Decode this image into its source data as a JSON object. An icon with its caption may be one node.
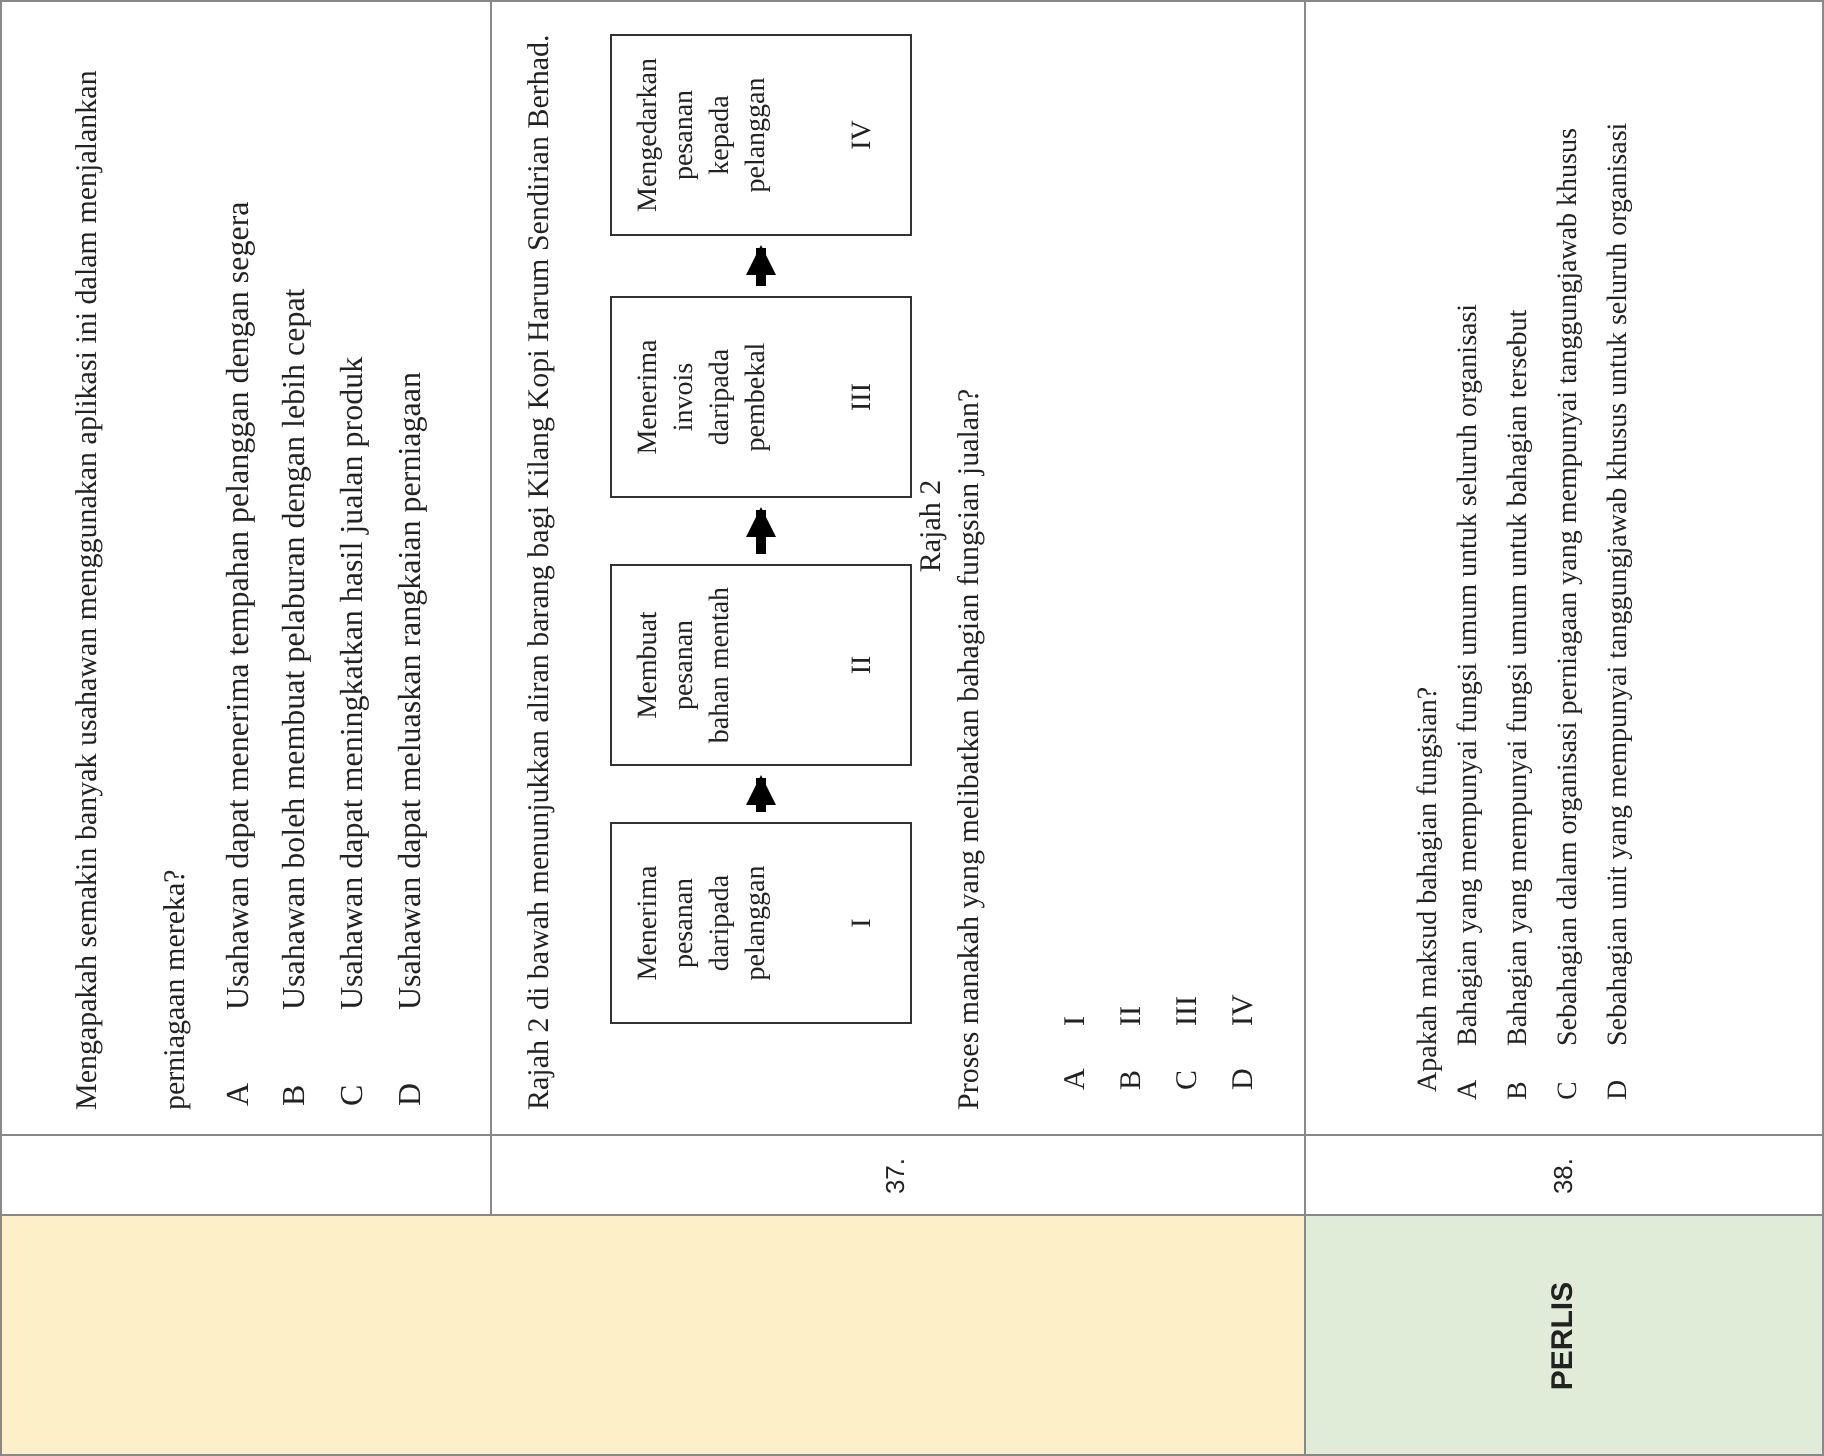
{
  "diagram": {
    "nodes": [
      {
        "text": [
          "Menerima pesanan daripada pelanggan",
          "I"
        ]
      },
      {
        "text": [
          "Membuat pesanan bahan mentah",
          "II"
        ]
      },
      {
        "text": [
          "Menerima invois daripada pembekal",
          "III"
        ]
      },
      {
        "text": [
          "Mengedarkan pesanan kepada pelanggan",
          "IV"
        ]
      }
    ],
    "edges": [
      {
        "from": 0,
        "to": 1,
        "arrow": "to"
      },
      {
        "from": 1,
        "to": 2,
        "arrow": "to"
      },
      {
        "from": 2,
        "to": 3,
        "arrow": "to"
      }
    ],
    "labels": [
      "Mengapakah semakin banyak usahawan menggunakan aplikasi ini dalam menjalankan perniagaan mereka?",
      "A",
      "Usahawan dapat menerima tempahan pelanggan dengan segera",
      "B",
      "Usahawan boleh membuat pelaburan dengan lebih cepat",
      "C",
      "Usahawan dapat meningkatkan hasil jualan produk",
      "D",
      "Usahawan dapat meluaskan rangkaian perniagaan",
      "37.",
      "Rajah 2 di bawah menunjukkan aliran barang bagi Kilang Kopi Harum Sendirian Berhad.",
      "Rajah 2",
      "Proses manakah yang melibatkan bahagian fungsian jualan?",
      "A",
      "I",
      "B",
      "II",
      "C",
      "III",
      "D",
      "IV",
      "38.",
      "Apakah maksud bahagian fungsian?",
      "A",
      "Bahagian yang mempunyai fungsi umum untuk seluruh organisasi",
      "B",
      "Bahagian yang mempunyai fungsi umum untuk bahagian tersebut",
      "C",
      "Sebahagian dalam organisasi perniagaan yang mempunyai tanggungjawab khusus",
      "D",
      "Sebahagian unit yang mempunyai tanggungjawab khusus untuk seluruh organisasi",
      "PERLIS"
    ]
  }
}
